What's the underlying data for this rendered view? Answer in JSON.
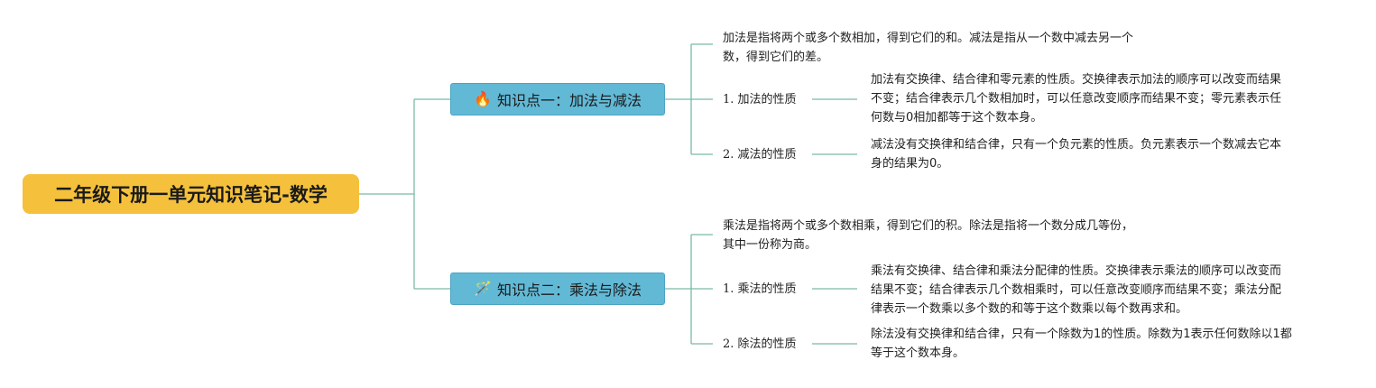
{
  "root": {
    "label": "二年级下册一单元知识笔记-数学"
  },
  "topics": [
    {
      "emoji": "🔥",
      "label": "知识点一：加法与减法",
      "description_line1": "加法是指将两个或多个数相加，得到它们的和。减法是指从一个数中减去另一个",
      "description_line2": "数，得到它们的差。",
      "subs": [
        {
          "label": "1. 加法的性质",
          "detail_lines": [
            "加法有交换律、结合律和零元素的性质。交换律表示加法的顺序可以改变而结果",
            "不变；结合律表示几个数相加时，可以任意改变顺序而结果不变；零元素表示任",
            "何数与0相加都等于这个数本身。"
          ]
        },
        {
          "label": "2. 减法的性质",
          "detail_lines": [
            "减法没有交换律和结合律，只有一个负元素的性质。负元素表示一个数减去它本",
            "身的结果为0。"
          ]
        }
      ]
    },
    {
      "emoji": "🪄",
      "label": "知识点二：乘法与除法",
      "description_line1": "乘法是指将两个或多个数相乘，得到它们的积。除法是指将一个数分成几等份，",
      "description_line2": "其中一份称为商。",
      "subs": [
        {
          "label": "1. 乘法的性质",
          "detail_lines": [
            "乘法有交换律、结合律和乘法分配律的性质。交换律表示乘法的顺序可以改变而",
            "结果不变；结合律表示几个数相乘时，可以任意改变顺序而结果不变；乘法分配",
            "律表示一个数乘以多个数的和等于这个数乘以每个数再求和。"
          ]
        },
        {
          "label": "2. 除法的性质",
          "detail_lines": [
            "除法没有交换律和结合律，只有一个除数为1的性质。除数为1表示任何数除以1都",
            "等于这个数本身。"
          ]
        }
      ]
    }
  ],
  "colors": {
    "root_bg": "#f5c13c",
    "topic_bg": "#62b9d6",
    "connector": "#7bb9a8"
  }
}
